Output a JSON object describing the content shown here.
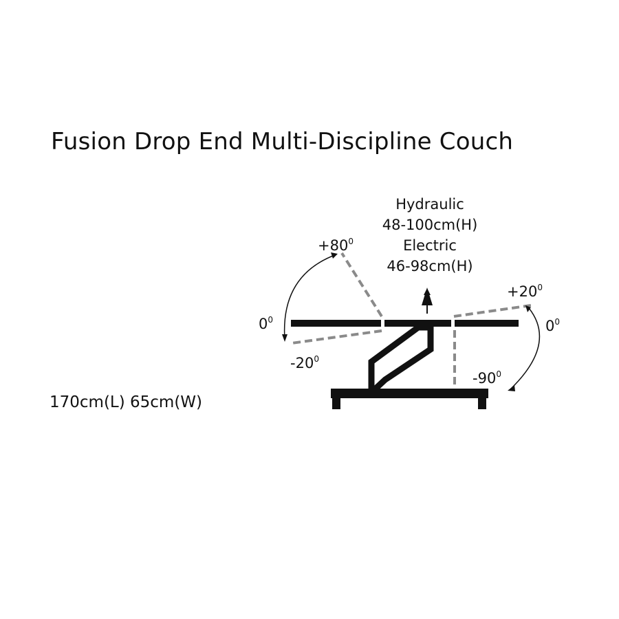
{
  "title": "Fusion Drop End Multi-Discipline Couch",
  "dimensions": "170cm(L) 65cm(W)",
  "height": {
    "hydraulic_label": "Hydraulic",
    "hydraulic_range": "48-100cm(H)",
    "electric_label": "Electric",
    "electric_range": "46-98cm(H)"
  },
  "head_end": {
    "up_angle": "+80",
    "flat_angle": "0",
    "down_angle": "-20",
    "degree_symbol": "0"
  },
  "foot_end": {
    "up_angle": "+20",
    "flat_angle": "0",
    "down_angle": "-90",
    "degree_symbol": "0"
  },
  "colors": {
    "solid": "#111111",
    "dashed": "#8a8a8a"
  }
}
